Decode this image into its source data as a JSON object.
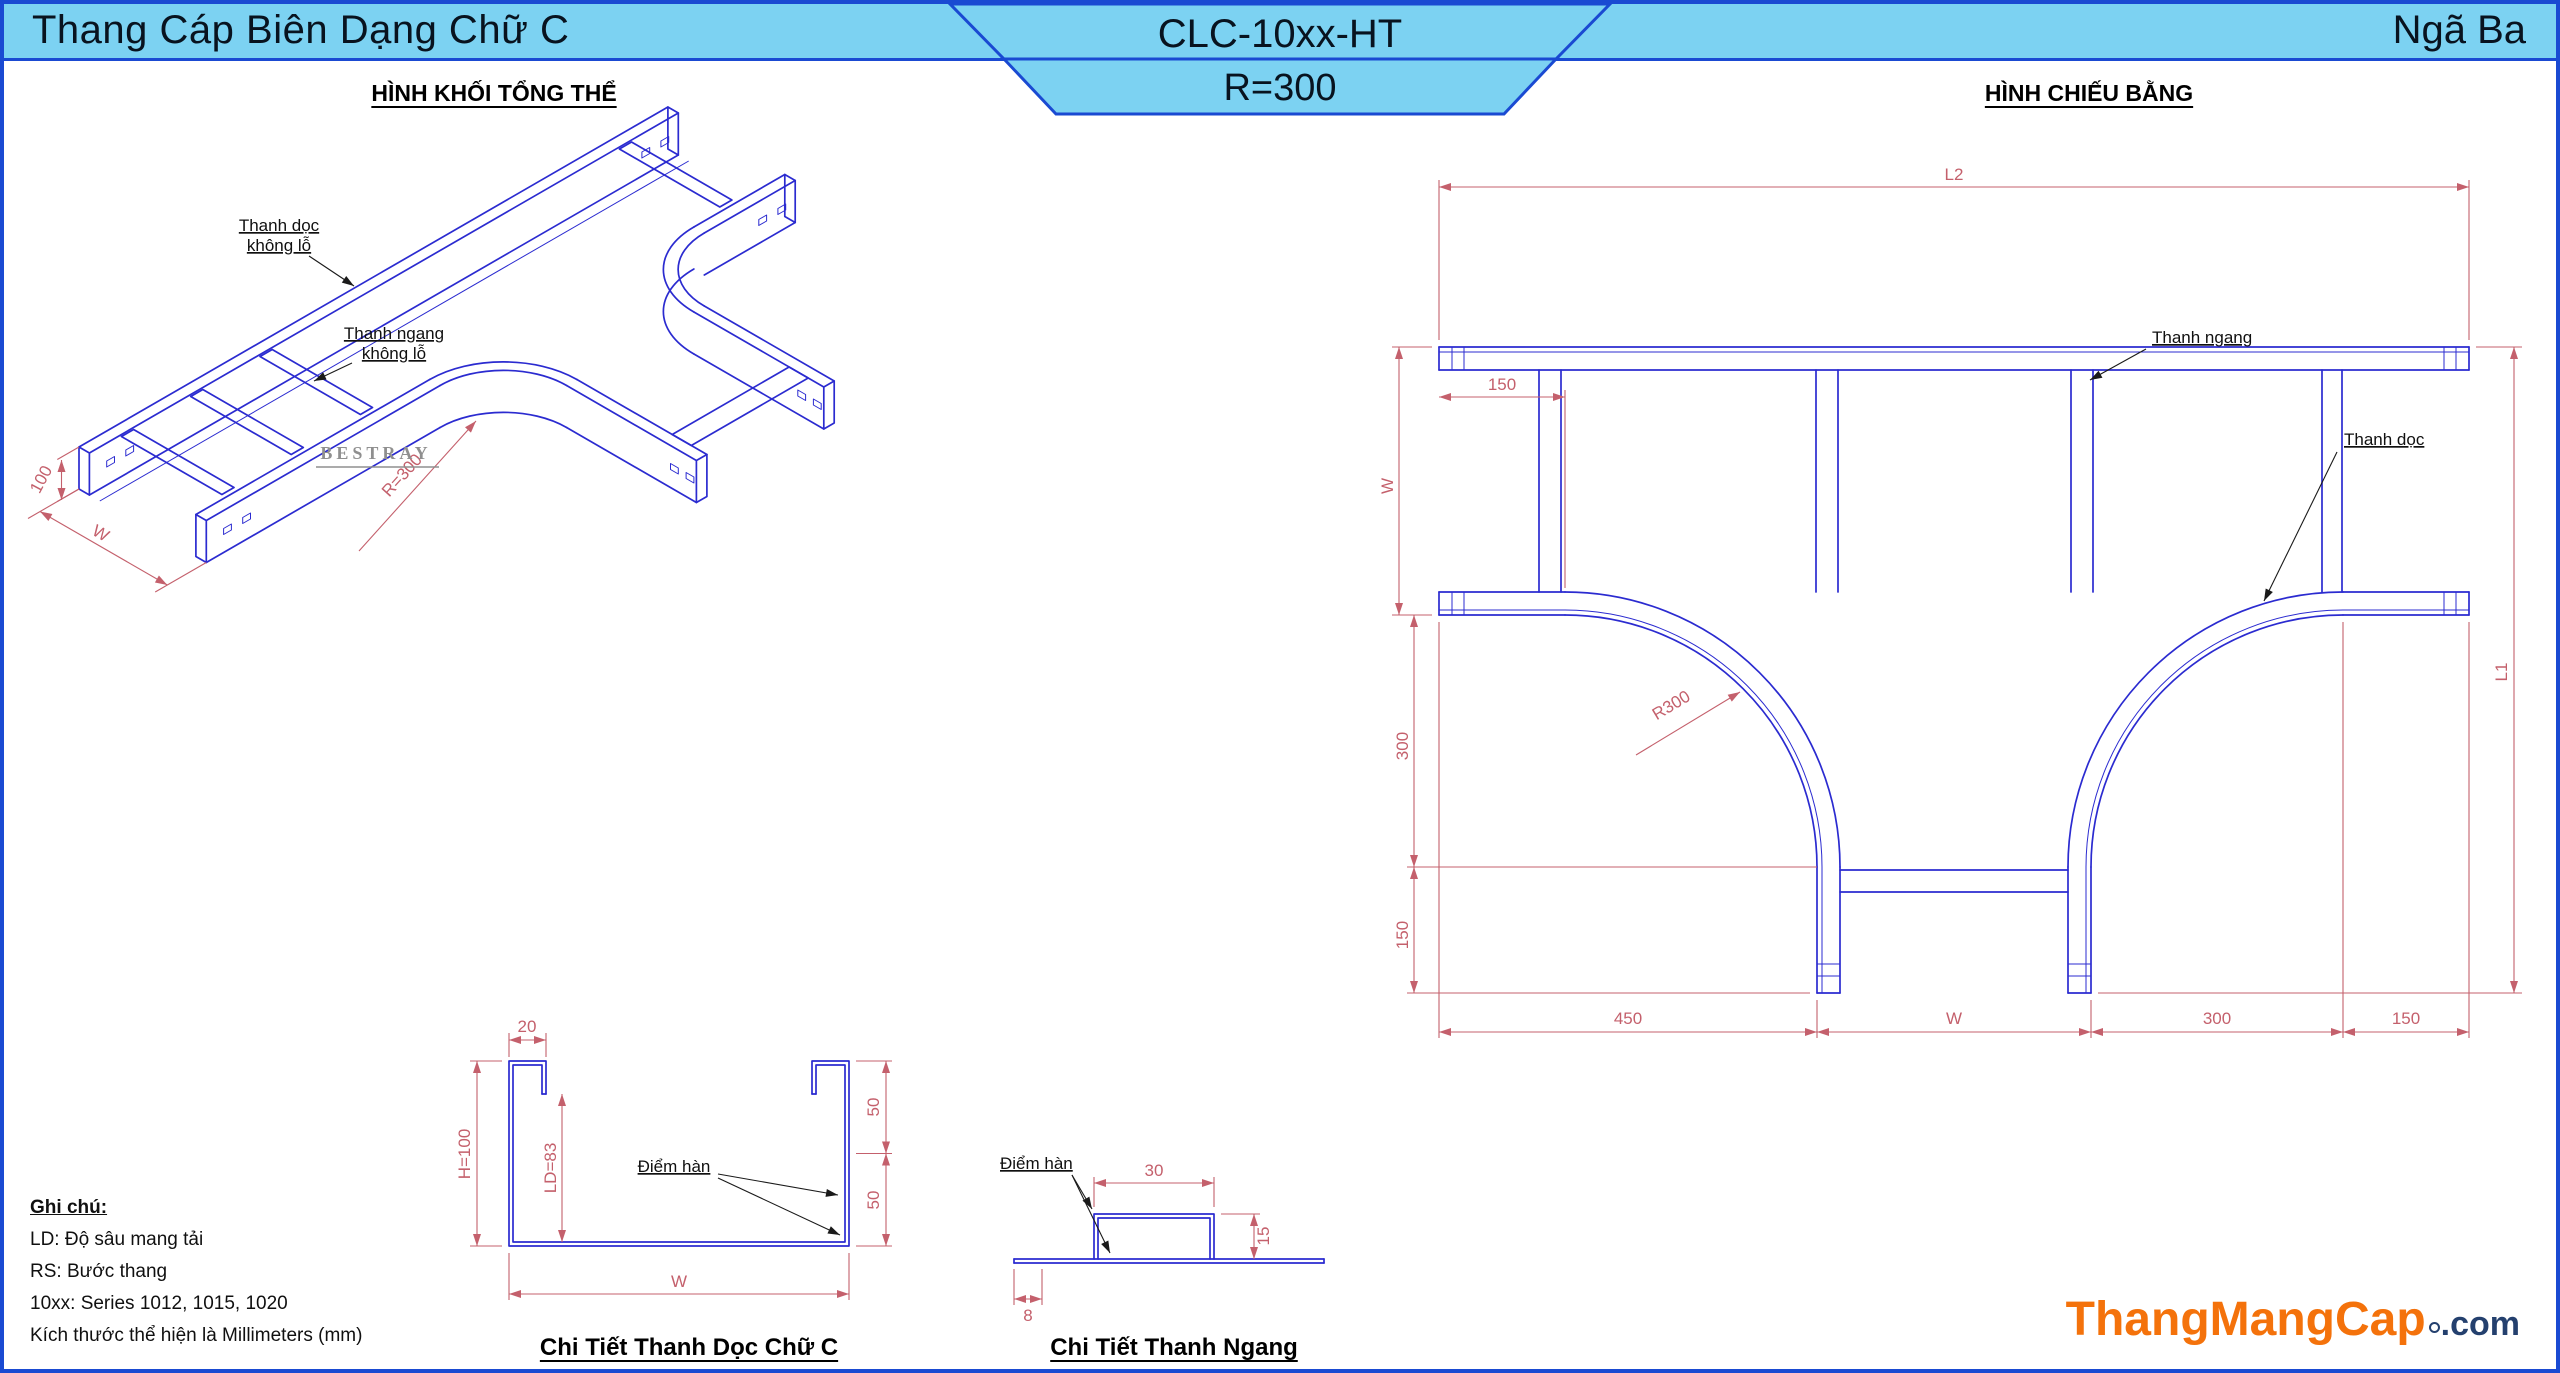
{
  "header": {
    "title_left": "Thang Cáp Biên Dạng Chữ C",
    "model_code": "CLC-10xx-HT",
    "radius_label": "R=300",
    "title_right": "Ngã Ba"
  },
  "iso": {
    "title": "HÌNH KHỐI TỔNG THỂ",
    "label_rail_line1": "Thanh dọc",
    "label_rail_line2": "không lỗ",
    "label_rung_line1": "Thanh ngang",
    "label_rung_line2": "không lỗ",
    "brand": "BESTRAY",
    "dim_height": "100",
    "dim_width": "W",
    "dim_radius": "R=300"
  },
  "plan": {
    "title": "HÌNH CHIẾU BẰNG",
    "label_rung": "Thanh ngang",
    "label_rail": "Thanh dọc",
    "dims": {
      "l2": "L2",
      "w_left": "W",
      "d150_top": "150",
      "d300_left": "300",
      "d150_left": "150",
      "r300": "R300",
      "d450": "450",
      "w_bottom": "W",
      "d300_bottom": "300",
      "d150_bottom": "150",
      "l1": "L1"
    }
  },
  "detail_c": {
    "title": "Chi Tiết Thanh Dọc Chữ C",
    "dim_lip": "20",
    "dim_h": "H=100",
    "dim_ld": "LD=83",
    "dim_50a": "50",
    "dim_50b": "50",
    "dim_w": "W",
    "label_weld": "Điểm hàn"
  },
  "detail_rung": {
    "title": "Chi Tiết Thanh Ngang",
    "dim_30": "30",
    "dim_15": "15",
    "dim_8": "8",
    "label_weld": "Điểm hàn"
  },
  "notes": {
    "title": "Ghi chú:",
    "lines": [
      "LD: Độ sâu mang tải",
      "RS: Bước thang",
      "10xx: Series 1012, 1015, 1020",
      "Kích thước thể hiện là Millimeters (mm)"
    ]
  },
  "footer": {
    "brand": "ThangMangCap",
    "suffix": ".com"
  },
  "colors": {
    "header_bg": "#7CD2F2",
    "frame_blue": "#1A4AD2",
    "line_blue": "#2B2BD0",
    "dim_red": "#C4606C",
    "brand_orange": "#F4720B",
    "logo_dark": "#24406E"
  }
}
